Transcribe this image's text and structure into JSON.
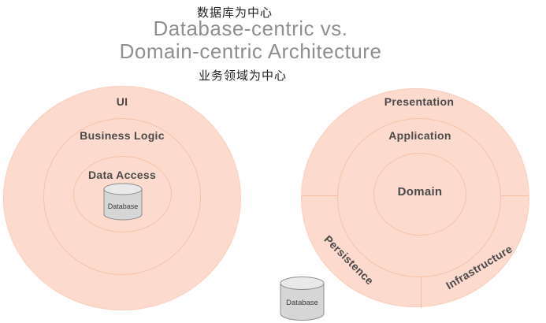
{
  "header": {
    "caption_top": "数据库为中心",
    "title_line1": "Database-centric vs.",
    "title_line2": "Domain-centric Architecture",
    "caption_bottom": "业务领域为中心"
  },
  "left_diagram": {
    "name": "Database-centric architecture",
    "rings": {
      "outer": "UI",
      "middle": "Business Logic",
      "inner": "Data Access"
    },
    "database_label": "Database"
  },
  "right_diagram": {
    "name": "Domain-centric architecture",
    "rings": {
      "outer_top": "Presentation",
      "middle": "Application",
      "inner": "Domain",
      "outer_bottom_left": "Persistence",
      "outer_bottom_right": "Infrastructure"
    },
    "database_label": "Database"
  },
  "colors": {
    "ring_fill": "#fcdacd",
    "ring_stroke": "#f6c3a7",
    "label_text": "#4a4a4a",
    "title_text": "#8f8f8f",
    "caption_text": "#222222",
    "cylinder_fill": "#d6d6d6",
    "cylinder_top_fill": "#e9e9e9",
    "cylinder_stroke": "#8f8f8f"
  }
}
